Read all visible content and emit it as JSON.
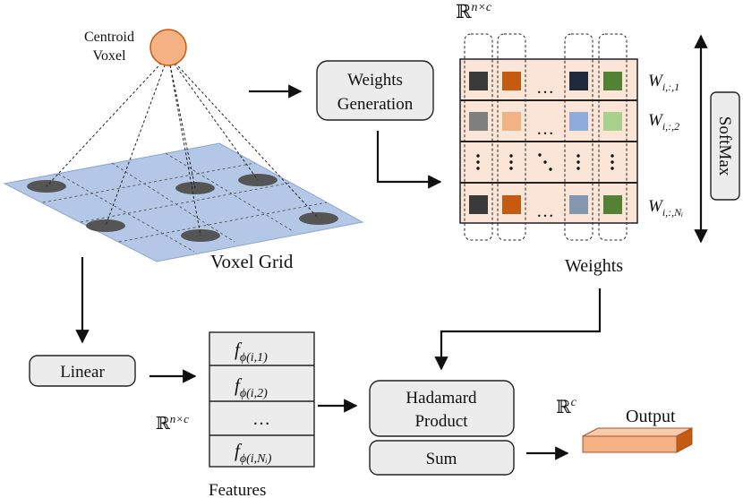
{
  "centroid_label": [
    "Centroid",
    "Voxel"
  ],
  "voxel_grid_label": "Voxel Grid",
  "weights_generation_label": [
    "Weights",
    "Generation"
  ],
  "rnc_top": "ℝ",
  "rnc_top_sup": "n×c",
  "rnc_left": "ℝ",
  "rnc_left_sup": "n×c",
  "rc": "ℝ",
  "rc_sup": "c",
  "softmax_label": "SoftMax",
  "weights_label": "Weights",
  "linear_label": "Linear",
  "features_label": "Features",
  "hadamard_label": [
    "Hadamard",
    "Product"
  ],
  "sum_label": "Sum",
  "output_label": "Output",
  "ellipsis": "…",
  "feature_rows": [
    "f",
    "f",
    "…",
    "f"
  ],
  "feature_subs": [
    "ϕ(i,1)",
    "ϕ(i,2)",
    "",
    "ϕ(i,Nᵢ)"
  ],
  "weight_row_labels": [
    {
      "main": "W",
      "sub": "i,:,1"
    },
    {
      "main": "W",
      "sub": "i,:,2"
    },
    {
      "main": "W",
      "sub": "i,:,Nᵢ"
    }
  ],
  "weight_colors": [
    [
      "#3a3a3a",
      "#c55a11",
      "#1f2a3c",
      "#548235"
    ],
    [
      "#7f7f7f",
      "#f4b183",
      "#8faadc",
      "#a9d18e"
    ],
    [
      "#3a3a3a",
      "#c55a11",
      "#8497b0",
      "#548235"
    ]
  ],
  "colors": {
    "centroid": "#f4b183",
    "grid_plane": "#b4c7e7",
    "matrix_fill": "#fbe5d6",
    "output_box": "#f4b183",
    "boxes": "#ececec"
  }
}
